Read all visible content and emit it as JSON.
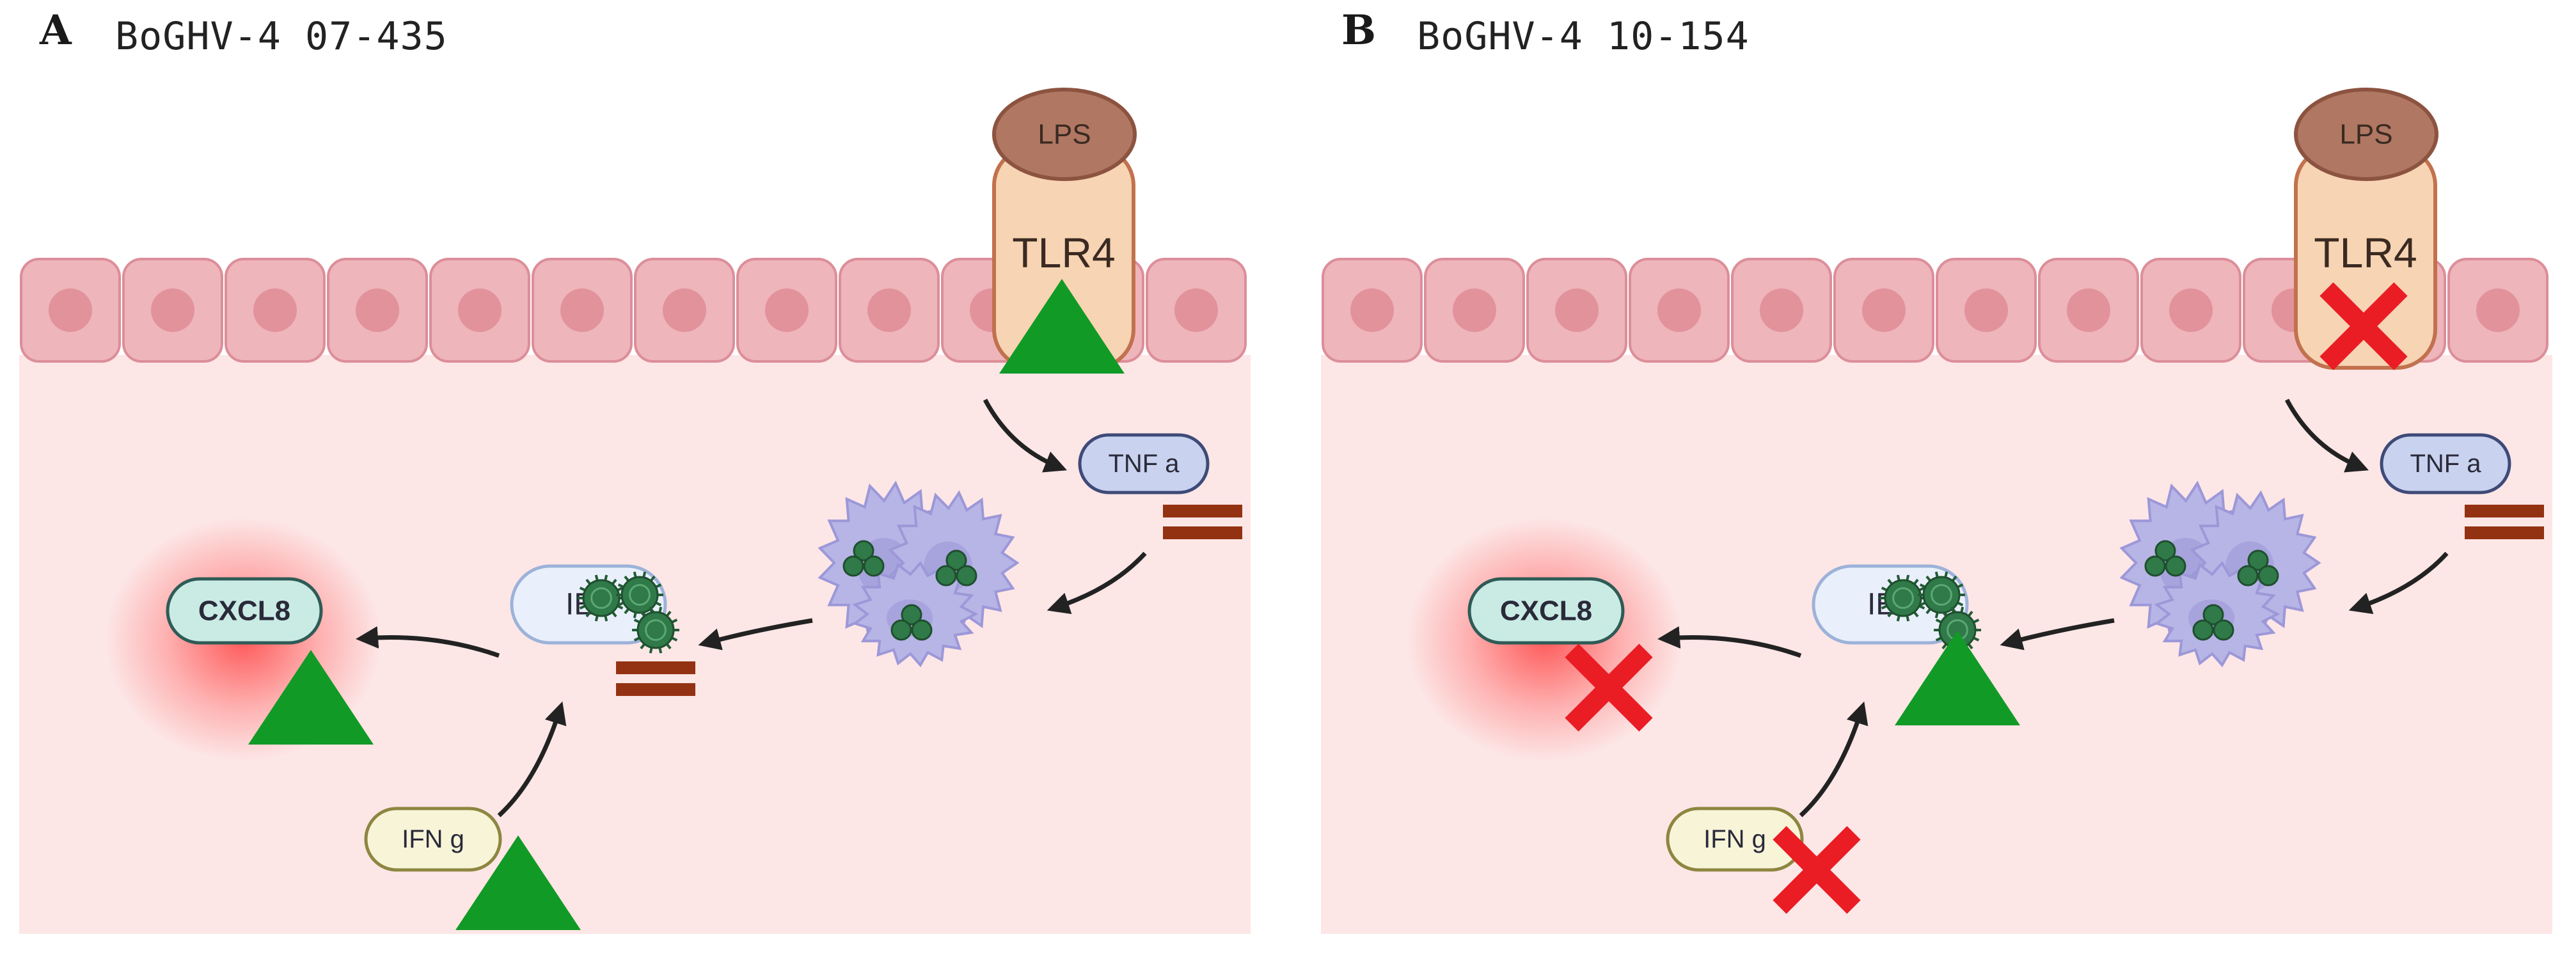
{
  "panels": [
    {
      "letter": "A",
      "title": "BoGHV-4 07-435",
      "labels": {
        "lps": "LPS",
        "tlr4": "TLR4",
        "tnf": "TNF a",
        "ie2": "IE2",
        "cxcl8": "CXCL8",
        "ifn": "IFN g"
      },
      "markers": {
        "tlr4": "up-triangle",
        "tnf": "equal",
        "ie2": "equal",
        "cxcl8": "up-triangle",
        "ifn": "up-triangle"
      }
    },
    {
      "letter": "B",
      "title": "BoGHV-4 10-154",
      "labels": {
        "lps": "LPS",
        "tlr4": "TLR4",
        "tnf": "TNF a",
        "ie2": "IE2",
        "cxcl8": "CXCL8",
        "ifn": "IFN g"
      },
      "markers": {
        "tlr4": "red-cross",
        "tnf": "equal",
        "ie2": "up-triangle",
        "cxcl8": "red-cross",
        "ifn": "red-cross"
      }
    }
  ],
  "colors": {
    "tissue": "#fde6e6",
    "cell_fill": "#eeb5bb",
    "cell_nucleus": "#e2929b",
    "tlr4_fill": "#f7d4b3",
    "lps_fill": "#b07762",
    "up_marker": "#129a26",
    "cross_marker": "#ea1c24",
    "equal_marker": "#933212",
    "cxcl8_glow": "#ff4a4a"
  }
}
